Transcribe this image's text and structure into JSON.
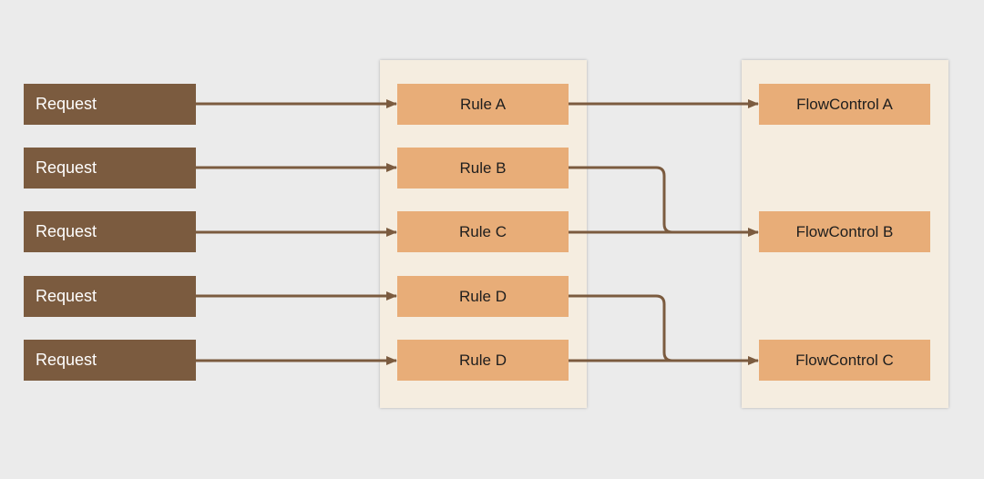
{
  "colors": {
    "background": "#ebebeb",
    "panel": "#f5ede0",
    "request_box": "#7b5b3f",
    "rule_box": "#e8ad78",
    "connector": "#7b5b3f"
  },
  "requests": [
    {
      "label": "Request"
    },
    {
      "label": "Request"
    },
    {
      "label": "Request"
    },
    {
      "label": "Request"
    },
    {
      "label": "Request"
    }
  ],
  "rules": [
    {
      "label": "Rule A"
    },
    {
      "label": "Rule B"
    },
    {
      "label": "Rule C"
    },
    {
      "label": "Rule D"
    },
    {
      "label": "Rule D"
    }
  ],
  "flow_controls": [
    {
      "label": "FlowControl A"
    },
    {
      "label": "FlowControl B"
    },
    {
      "label": "FlowControl C"
    }
  ],
  "connections": [
    {
      "from": "request-1",
      "to": "rule-1"
    },
    {
      "from": "request-2",
      "to": "rule-2"
    },
    {
      "from": "request-3",
      "to": "rule-3"
    },
    {
      "from": "request-4",
      "to": "rule-4"
    },
    {
      "from": "request-5",
      "to": "rule-5"
    },
    {
      "from": "rule-1",
      "to": "flow-control-1"
    },
    {
      "from": "rule-2",
      "to": "flow-control-2"
    },
    {
      "from": "rule-3",
      "to": "flow-control-2"
    },
    {
      "from": "rule-4",
      "to": "flow-control-3"
    },
    {
      "from": "rule-5",
      "to": "flow-control-3"
    }
  ]
}
